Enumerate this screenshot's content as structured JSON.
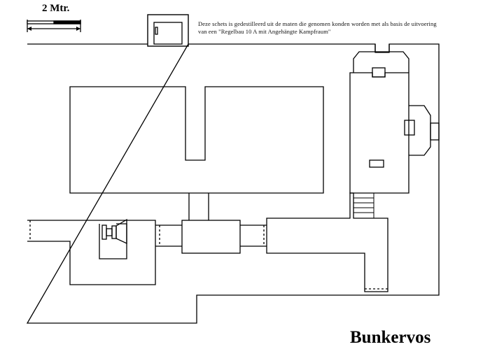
{
  "title": "Bunkervos",
  "scale": {
    "label": "2 Mtr."
  },
  "note_lines": [
    "Deze schets is gedestilleerd uit de maten die genomen konden worden met als basis de uitvoering",
    "van een \"Regelbau 10 A mit Angehängte Kampfraum\""
  ],
  "colors": {
    "line": "#000000",
    "background": "#ffffff"
  }
}
